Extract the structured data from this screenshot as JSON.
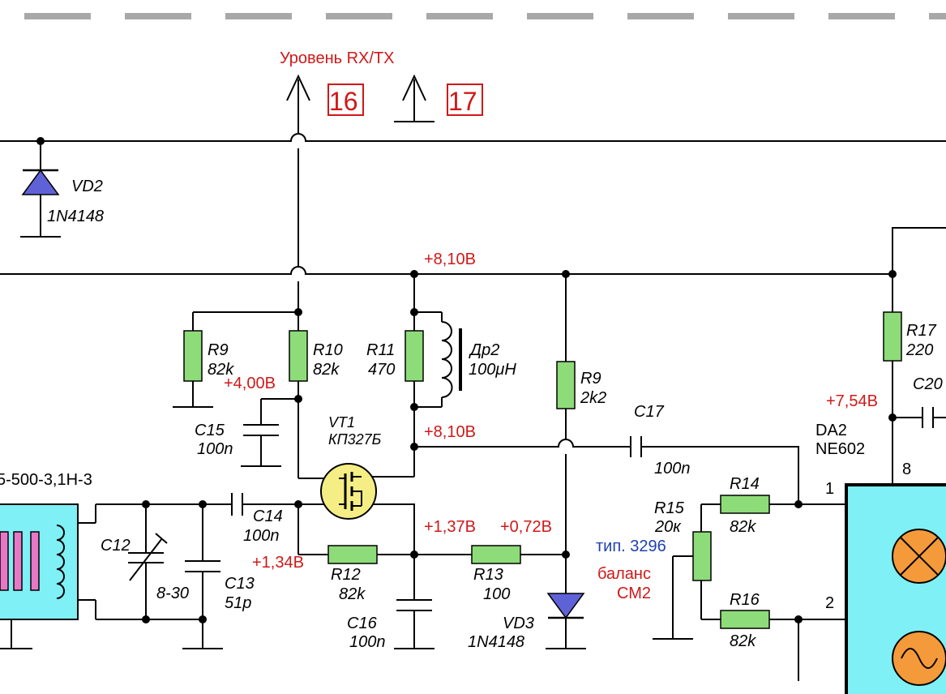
{
  "signal_out": "Уровень RX/TX",
  "terminals": {
    "t16": "16",
    "t17": "17"
  },
  "voltages": {
    "supply": "+8,10В",
    "drain": "+8,10В",
    "gate": "+4,00В",
    "gate_in": "+1,34В",
    "source": "+1,37В",
    "vd3_node": "+0,72В",
    "da2_pin8": "+7,54В"
  },
  "components": {
    "vd2": {
      "ref": "VD2",
      "value": "1N4148"
    },
    "r9a": {
      "ref": "R9",
      "value": "82k"
    },
    "r10": {
      "ref": "R10",
      "value": "82k"
    },
    "r11": {
      "ref": "R11",
      "value": "470"
    },
    "dr2": {
      "ref": "Др2",
      "value": "100μH"
    },
    "r9b": {
      "ref": "R9",
      "value": "2k2"
    },
    "r17": {
      "ref": "R17",
      "value": "220"
    },
    "c20": {
      "ref": "C20"
    },
    "c15": {
      "ref": "C15",
      "value": "100n"
    },
    "vt1": {
      "ref": "VT1",
      "value": "КП327Б"
    },
    "c17": {
      "ref": "C17",
      "value": "100n"
    },
    "da2": {
      "ref": "DA2",
      "value": "NE602",
      "pin8": "8",
      "pin1": "1",
      "pin2": "2"
    },
    "filter": {
      "value": "5-500-3,1Н-3"
    },
    "c12": {
      "ref": "C12",
      "value": "8-30"
    },
    "c13": {
      "ref": "C13",
      "value": "51p"
    },
    "c14": {
      "ref": "C14",
      "value": "100n"
    },
    "r12": {
      "ref": "R12",
      "value": "82k"
    },
    "r13": {
      "ref": "R13",
      "value": "100"
    },
    "c16": {
      "ref": "C16",
      "value": "100n"
    },
    "vd3": {
      "ref": "VD3",
      "value": "1N4148"
    },
    "r14": {
      "ref": "R14",
      "value": "82k"
    },
    "r15": {
      "ref": "R15",
      "value": "20к",
      "type": "тип. 3296",
      "note_line1": "баланс",
      "note_line2": "СМ2"
    },
    "r16": {
      "ref": "R16",
      "value": "82k"
    }
  },
  "colors": {
    "wire": "#000000",
    "resistor": "#8edc79",
    "diode": "#5f62d6",
    "transistor": "#f4ee84",
    "ic_body": "#7ef0f6",
    "mixer": "#f49a3a",
    "filter_body": "#7ef0f6",
    "filter_elements": "#e678c6",
    "label_red": "#d01818",
    "label_blue": "#1f3fb0",
    "dashed_border": "#a8a8a8"
  }
}
